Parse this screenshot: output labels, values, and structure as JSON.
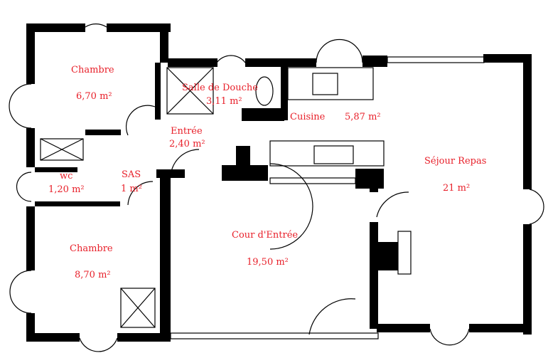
{
  "colors": {
    "wall": "#000000",
    "label": "#e8202a"
  },
  "rooms": [
    {
      "name": "Chambre",
      "area": "6,70 m²"
    },
    {
      "name": "Salle de Douche",
      "area": "3,11 m²"
    },
    {
      "name": "Cuisine",
      "area": "5,87 m²"
    },
    {
      "name": "Entrée",
      "area": "2,40 m²"
    },
    {
      "name": "SAS",
      "area": "1 m²"
    },
    {
      "name": "wc",
      "area": "1,20 m²"
    },
    {
      "name": "Séjour Repas",
      "area": "21 m²"
    },
    {
      "name": "Cour d'Entrée",
      "area": "19,50 m²"
    },
    {
      "name": "Chambre",
      "area": "8,70 m²"
    }
  ]
}
